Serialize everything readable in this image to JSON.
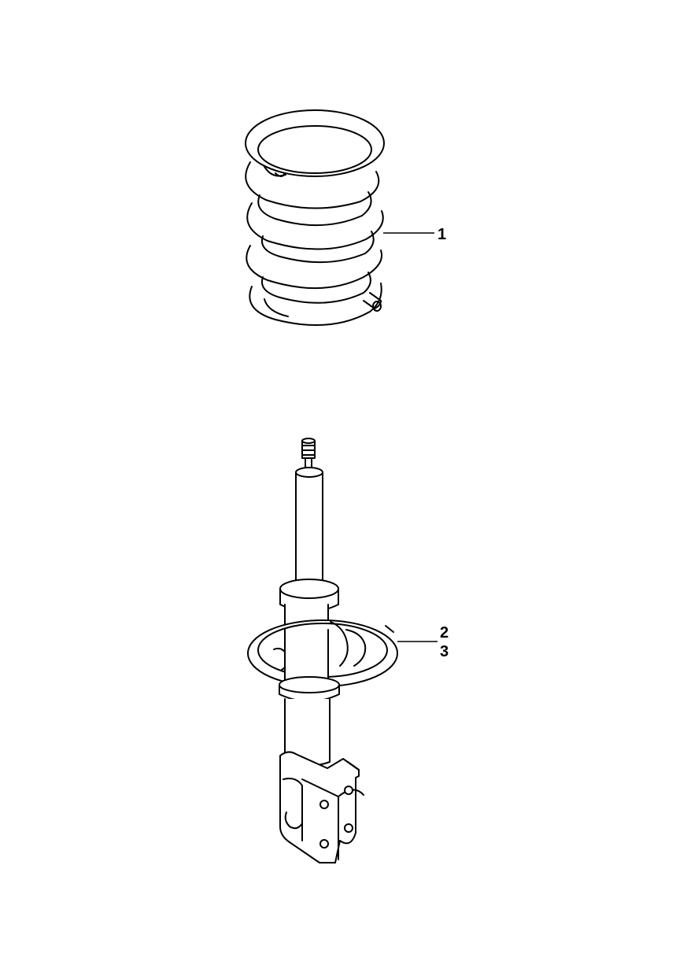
{
  "callouts": {
    "spring": "1",
    "strut_a": "2",
    "strut_b": "3"
  },
  "colors": {
    "line": "#000000",
    "background": "#ffffff"
  }
}
